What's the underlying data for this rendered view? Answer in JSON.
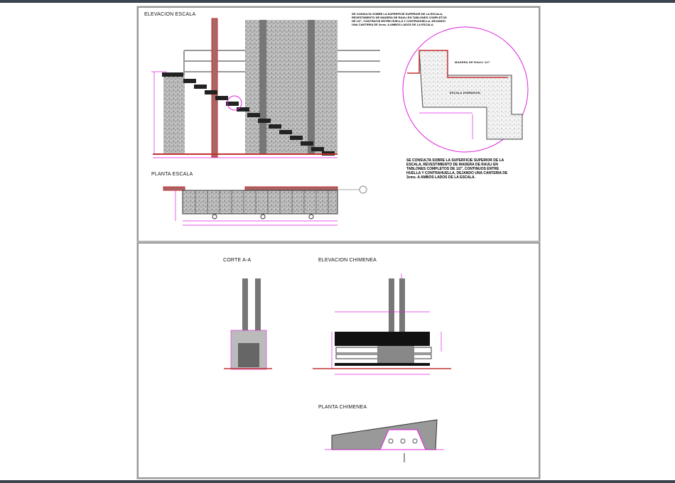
{
  "sheet_top": {
    "elevation_title": "ELEVACION ESCALA",
    "plan_title": "PLANTA ESCALA",
    "note_top": "SE CONSULTA SOBRE LA SUPERFICIE SUPERIOR DE LA ESCALA, REVESTIMIENTO DE MADERA DE RAULI EN TABLONES COMPLETOS DE 1/2\", CONTINUOS ENTRE HUELLA Y CONTRAHUELLA, DEJANDO UNA CANTERIA DE 3cms. A AMBOS LADOS DE LA ESCALA.",
    "note_bottom": "SE CONSULTA SOBRE LA SUPERFICIE SUPERIOR DE LA ESCALA, REVESTIMIENTO DE MADERA DE RAULI EN TABLONES COMPLETOS DE 1/2\", CONTINUOS ENTRE HUELLA Y CONTRAHUELLA, DEJANDO UNA CANTERIA DE 3cms. A AMBOS LADOS DE LA ESCALA.",
    "detail_label_wood": "MADERA DE RAULI 1/2\"",
    "detail_label_concrete": "ESCALA HORMIGON"
  },
  "sheet_bottom": {
    "section_title": "CORTE A-A",
    "fireplace_elevation_title": "ELEVACION CHIMENEA",
    "fireplace_plan_title": "PLANTA CHIMENEA"
  },
  "colors": {
    "dimension": "#e020e0",
    "cut": "#c03030",
    "fill": "#555555",
    "frame": "#3c4450"
  }
}
